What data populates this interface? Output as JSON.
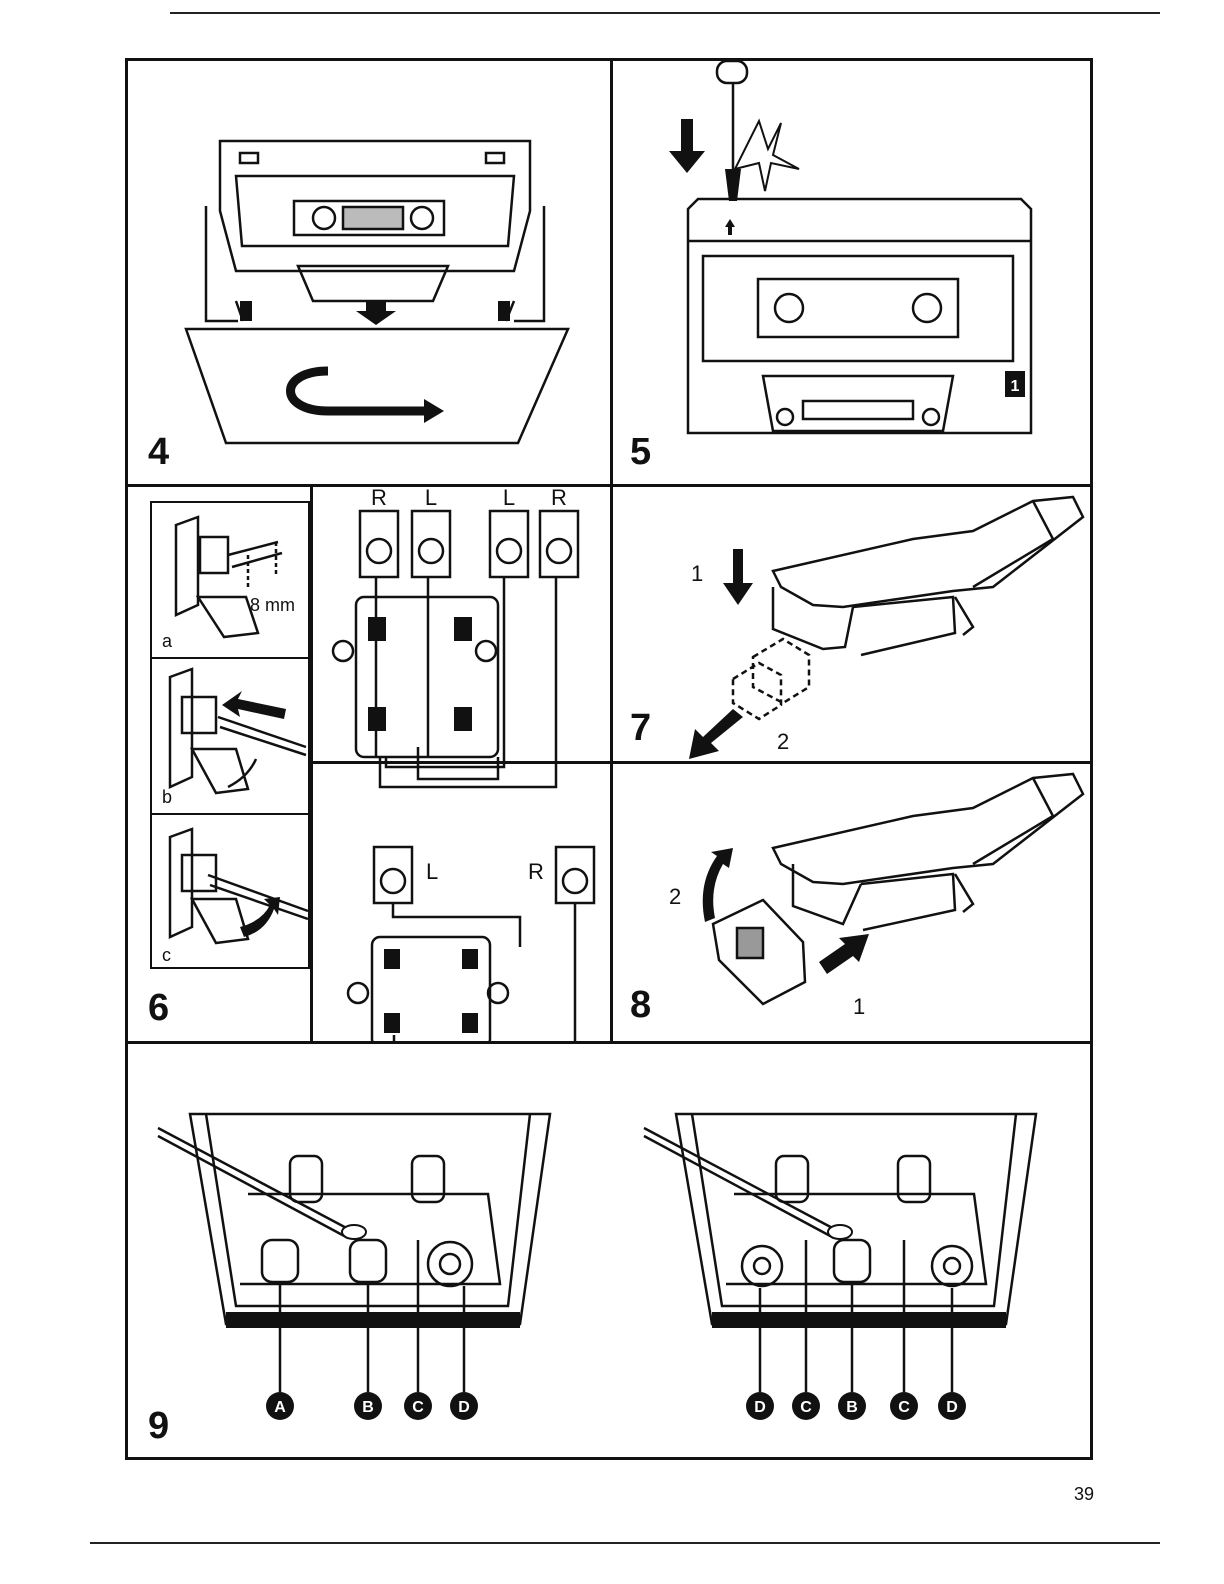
{
  "page_number": "39",
  "panels": {
    "p4": {
      "number": "4"
    },
    "p5": {
      "number": "5",
      "cassette_side": "1"
    },
    "p6": {
      "number": "6",
      "sub_a": "a",
      "sub_b": "b",
      "sub_c": "c",
      "strip_length": "8 mm",
      "top_speaker_labels": [
        "R",
        "L",
        "L",
        "R"
      ],
      "bottom_left_label": "L",
      "bottom_right_label": "R"
    },
    "p7": {
      "number": "7",
      "step1": "1",
      "step2": "2"
    },
    "p8": {
      "number": "8",
      "step1": "1",
      "step2": "2"
    },
    "p9": {
      "number": "9",
      "left_markers": [
        "A",
        "B",
        "C",
        "D"
      ],
      "right_markers": [
        "D",
        "C",
        "B",
        "C",
        "D"
      ]
    }
  }
}
